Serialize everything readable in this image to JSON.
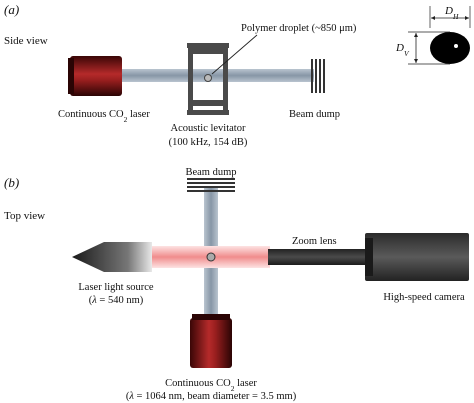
{
  "panel_a": {
    "tag": "(a)",
    "view": "Side view",
    "droplet_label": "Polymer droplet (~850 μm)",
    "laser_label": "Continuous CO",
    "laser_sub": "2",
    "laser_suffix": " laser",
    "levitator_line1": "Acoustic levitator",
    "levitator_line2": "(100 kHz, 154 dB)",
    "beam_dump": "Beam dump",
    "dim_h": "D",
    "dim_h_sub": "H",
    "dim_v": "D",
    "dim_v_sub": "V"
  },
  "panel_b": {
    "tag": "(b)",
    "view": "Top view",
    "beam_dump": "Beam dump",
    "zoom_lens": "Zoom lens",
    "light_line1": "Laser light source",
    "light_line2_prefix": "(",
    "light_line2_sym": "λ",
    "light_line2_suffix": " = 540 nm)",
    "camera": "High-speed camera",
    "laser_label": "Continuous CO",
    "laser_sub": "2",
    "laser_suffix": " laser",
    "laser_spec_prefix": "(",
    "laser_spec_sym": "λ",
    "laser_spec_suffix": " = 1064 nm, beam diameter = 3.5 mm)"
  },
  "colors": {
    "laser_red": "#8b1a1a",
    "beam_gray": "#9aa8b6",
    "red_light": "#f3a6a6",
    "device_gray": "#3a3a3a"
  }
}
